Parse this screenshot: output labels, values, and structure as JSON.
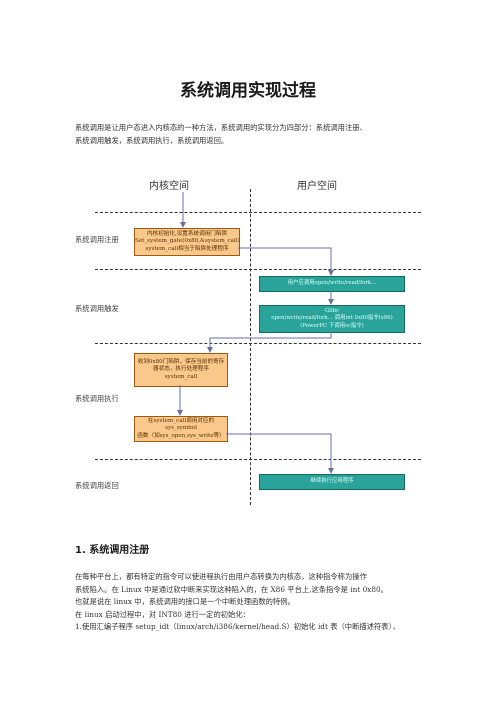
{
  "title": "系统调用实现过程",
  "intro": [
    "系统调用是让用户态进入内核态的一种方法，系统调用的实现分为四部分：系统调用注册、",
    "系统调用触发，系统调用执行，系统调用返回。"
  ],
  "diagram": {
    "kernel_space": "内核空间",
    "user_space": "用户空间",
    "stages": [
      "系统调用注册",
      "系统调用触发",
      "系统调用执行",
      "系统调用返回"
    ],
    "box_register": [
      "内核初始化,设置系统调用门陷阱",
      "Set_system_gate(0x80,&system_call)",
      "system_call相当于陷阱处理程序"
    ],
    "box_user_call": [
      "用户应调用open/write/read/fork..."
    ],
    "box_trigger": [
      "Glibc",
      "open/write/read/fork... 调用int 0x80指令(x86)",
      "(PowerPC 下调用sc指令)"
    ],
    "box_receive": [
      "收到0x80门陷阱，保存当前的寄存",
      "器状态，执行处理程序",
      "system_call"
    ],
    "box_dispatch": [
      "在system_call调用对应的sys_symbol",
      "函数（如sys_open,sys_write等）"
    ],
    "box_return": [
      "继续执行应用程序"
    ],
    "colors": {
      "orange_fill": "#f9c88a",
      "teal_fill": "#2aa39a"
    }
  },
  "section1": {
    "heading": "1.   系统调用注册",
    "lines": [
      "在每种平台上，都有特定的指令可以使进程执行由用户态转换为内核态，这种指令称为操作",
      "系统陷入。在 Linux 中是通过软中断来实现这种陷入的，在 X86 平台上,这条指令是 int 0x80。",
      "也就是说在 linux 中，系统调用的接口是一个中断处理函数的特例。",
      "在 linux 启动过程中，对 INT80 进行一定的初始化：",
      "1.使用汇编子程序 setup_idt（linux/arch/i386/kernel/head.S）初始化 idt 表（中断描述符表），"
    ]
  }
}
